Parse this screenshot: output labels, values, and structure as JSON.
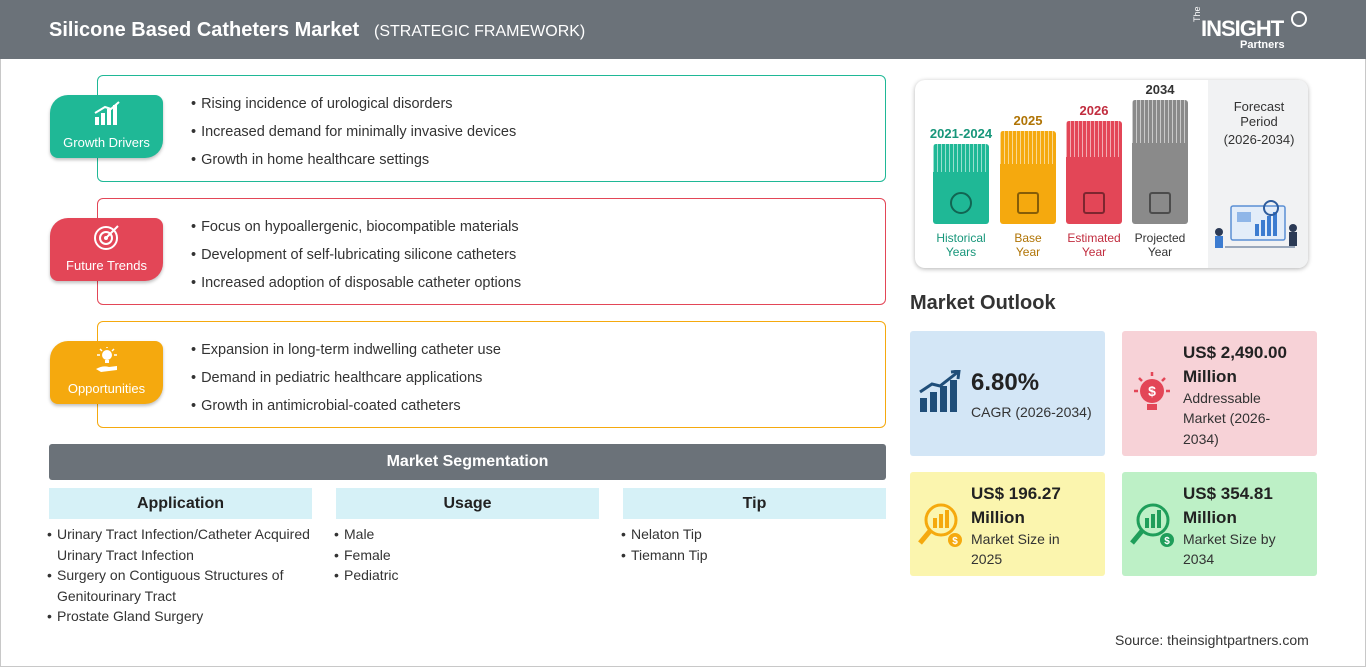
{
  "header": {
    "title": "Silicone Based Catheters Market",
    "subtitle": "(STRATEGIC FRAMEWORK)",
    "logo_the": "The",
    "logo_insight": "INSIGHT",
    "logo_partners": "Partners"
  },
  "colors": {
    "header_bg": "#6b7279",
    "growth": "#1fb896",
    "trends": "#e34657",
    "opportunities": "#f5a90e",
    "projected": "#8a8a8a"
  },
  "drivers": {
    "label": "Growth Drivers",
    "icon": "rising-bars-icon",
    "items": [
      "Rising incidence of urological disorders",
      "Increased demand for minimally invasive devices",
      "Growth in home healthcare settings"
    ]
  },
  "trends": {
    "label": "Future Trends",
    "icon": "target-icon",
    "items": [
      "Focus on hypoallergenic, biocompatible materials",
      "Development of self-lubricating silicone catheters",
      "Increased adoption of disposable catheter options"
    ]
  },
  "opportunities": {
    "label": "Opportunities",
    "icon": "lightbulb-hand-icon",
    "items": [
      "Expansion in long-term indwelling catheter use",
      "Demand in pediatric healthcare applications",
      "Growth in antimicrobial-coated catheters"
    ]
  },
  "segmentation": {
    "title": "Market Segmentation",
    "columns": [
      {
        "head": "Application",
        "items": [
          "Urinary Tract Infection/Catheter Acquired Urinary Tract Infection",
          "Surgery on Contiguous Structures of Genitourinary Tract",
          "Prostate Gland Surgery"
        ]
      },
      {
        "head": "Usage",
        "items": [
          "Male",
          "Female",
          "Pediatric"
        ]
      },
      {
        "head": "Tip",
        "items": [
          "Nelaton Tip",
          "Tiemann Tip"
        ]
      }
    ]
  },
  "timeline": {
    "bars": [
      {
        "year": "2021-2024",
        "label1": "Historical",
        "label2": "Years",
        "color": "#1fb896"
      },
      {
        "year": "2025",
        "label1": "Base",
        "label2": "Year",
        "color": "#f5a90e"
      },
      {
        "year": "2026",
        "label1": "Estimated",
        "label2": "Year",
        "color": "#e34657"
      },
      {
        "year": "2034",
        "label1": "Projected",
        "label2": "Year",
        "color": "#8a8a8a"
      }
    ],
    "forecast_line1": "Forecast",
    "forecast_line2": "Period",
    "forecast_line3": "(2026-2034)"
  },
  "outlook": {
    "title": "Market Outlook",
    "cagr": {
      "value": "6.80%",
      "label": "CAGR (2026-2034)"
    },
    "addressable": {
      "value1": "US$ 2,490.00",
      "value2": "Million",
      "label1": "Addressable",
      "label2": "Market (2026-",
      "label3": "2034)"
    },
    "size2025": {
      "value1": "US$ 196.27",
      "value2": "Million",
      "label1": "Market Size in",
      "label2": "2025"
    },
    "size2034": {
      "value1": "US$ 354.81",
      "value2": "Million",
      "label1": "Market Size by",
      "label2": "2034"
    }
  },
  "source": "Source: theinsightpartners.com"
}
